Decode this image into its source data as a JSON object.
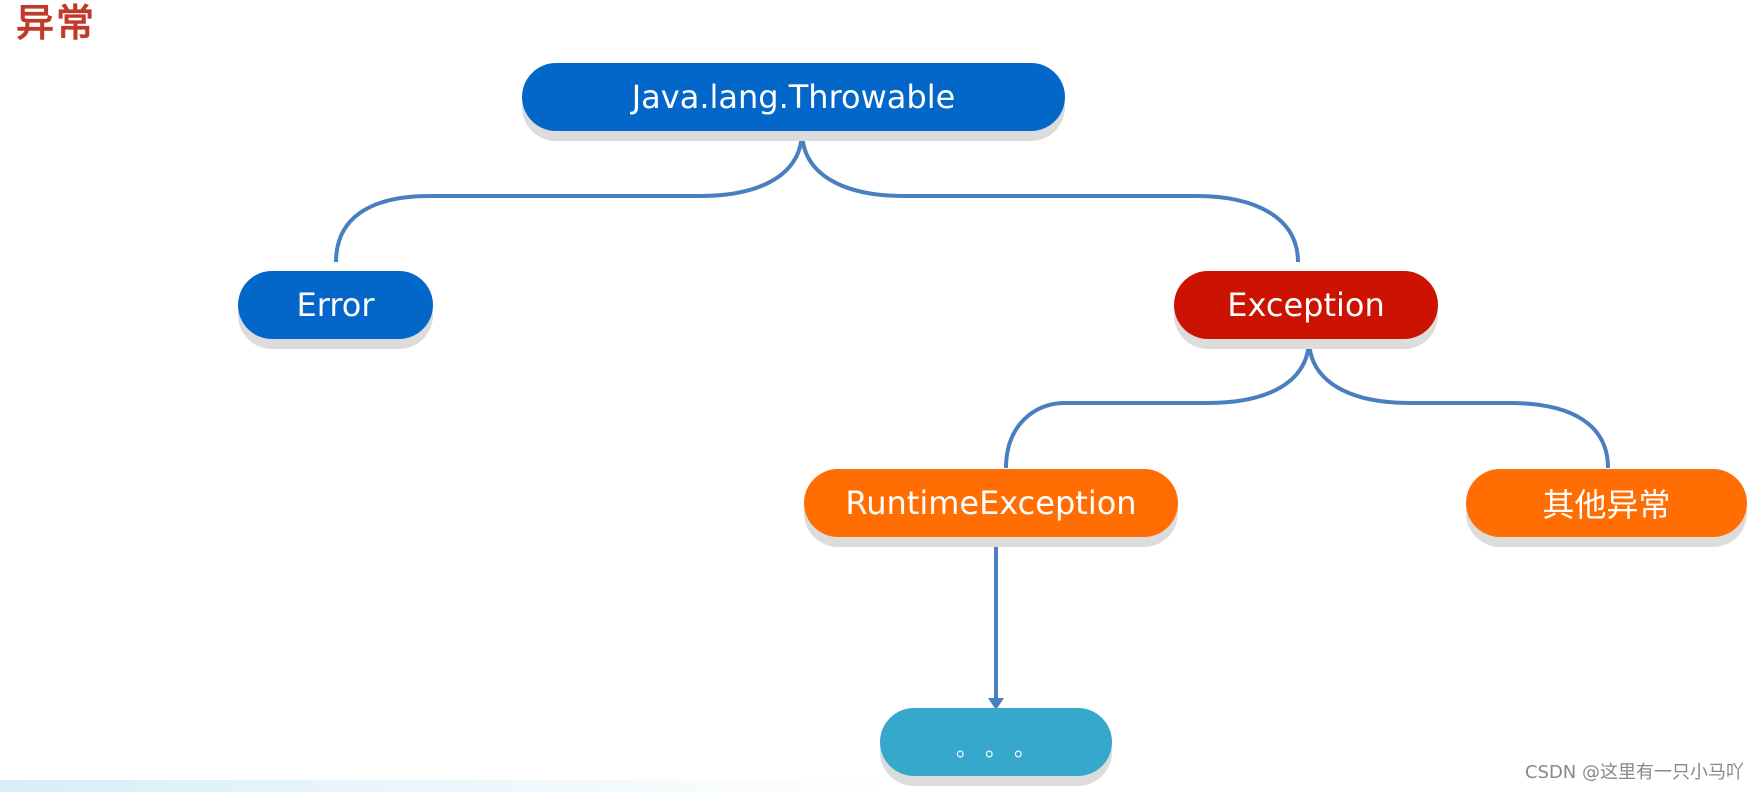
{
  "title": "异常",
  "nodes": {
    "throwable": "Java.lang.Throwable",
    "error": "Error",
    "exception": "Exception",
    "runtime_exception": "RuntimeException",
    "other_exceptions": "其他异常",
    "more": "。。。"
  },
  "colors": {
    "title": "#c0392b",
    "blue_node": "#0267c8",
    "red_node": "#cc1200",
    "orange_node": "#ff6d03",
    "cyan_node": "#35a8cc",
    "connector": "#4a7fbf"
  },
  "watermark": "CSDN @这里有一只小马吖"
}
